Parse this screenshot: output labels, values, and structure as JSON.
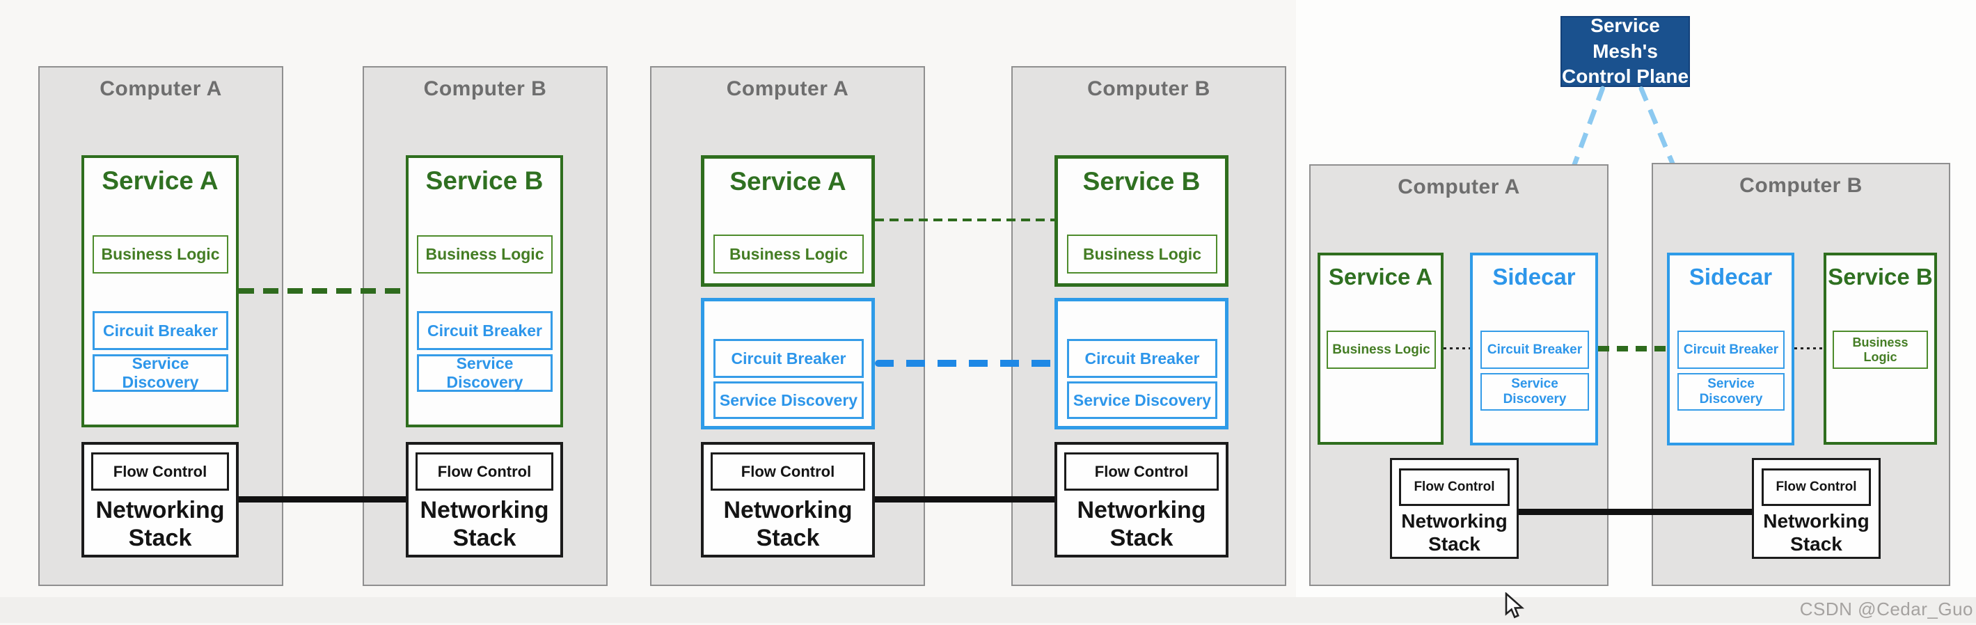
{
  "colors": {
    "green_border": "#2f6e1e",
    "green_text": "#2f7021",
    "olive_chip_border": "#4e8c2c",
    "blue_text": "#2d96ea",
    "blue_border": "#2e9be8",
    "blue_dash": "#1e88e5",
    "light_blue_dash": "#8cc9f0",
    "control_plane_bg": "#1a518e",
    "computer_fill": "#e3e2e1",
    "computer_border": "#8f8f8f",
    "computer_title": "#6e6e6e",
    "black": "#141414",
    "watermark_gray": "#a5a2a0"
  },
  "diagram1": {
    "computer_a": {
      "title": "Computer A",
      "service": "Service A",
      "business_logic": "Business Logic",
      "circuit_breaker": "Circuit Breaker",
      "service_discovery": "Service Discovery",
      "flow_control": "Flow Control",
      "networking_stack": "Networking Stack"
    },
    "computer_b": {
      "title": "Computer B",
      "service": "Service B",
      "business_logic": "Business Logic",
      "circuit_breaker": "Circuit Breaker",
      "service_discovery": "Service Discovery",
      "flow_control": "Flow Control",
      "networking_stack": "Networking Stack"
    }
  },
  "diagram2": {
    "computer_a": {
      "title": "Computer A",
      "service": "Service A",
      "business_logic": "Business Logic",
      "circuit_breaker": "Circuit Breaker",
      "service_discovery": "Service Discovery",
      "flow_control": "Flow Control",
      "networking_stack": "Networking Stack"
    },
    "computer_b": {
      "title": "Computer B",
      "service": "Service B",
      "business_logic": "Business Logic",
      "circuit_breaker": "Circuit Breaker",
      "service_discovery": "Service Discovery",
      "flow_control": "Flow Control",
      "networking_stack": "Networking Stack"
    }
  },
  "diagram3": {
    "control_plane": {
      "line1": "Service Mesh's",
      "line2": "Control Plane"
    },
    "computer_a": {
      "title": "Computer A",
      "service": "Service A",
      "business_logic": "Business Logic",
      "sidecar": "Sidecar",
      "circuit_breaker": "Circuit Breaker",
      "service_discovery": "Service Discovery",
      "flow_control": "Flow Control",
      "networking_stack": "Networking Stack"
    },
    "computer_b": {
      "title": "Computer B",
      "service": "Service B",
      "business_logic": "Business Logic",
      "sidecar": "Sidecar",
      "circuit_breaker": "Circuit Breaker",
      "service_discovery": "Service Discovery",
      "flow_control": "Flow Control",
      "networking_stack": "Networking Stack"
    }
  },
  "watermark": "CSDN @Cedar_Guo"
}
